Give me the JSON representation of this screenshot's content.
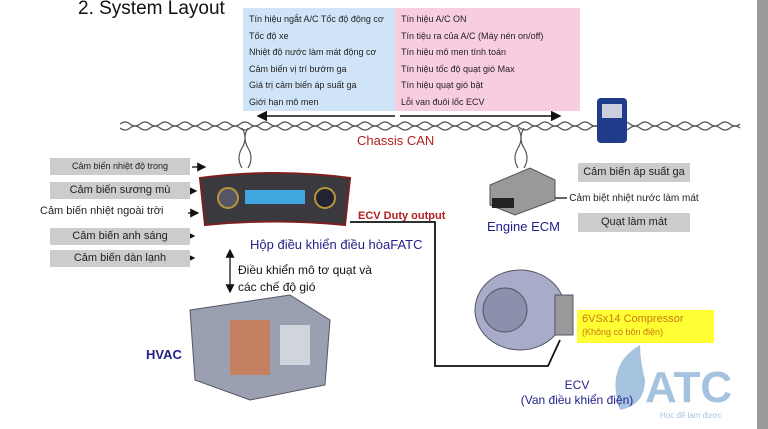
{
  "title": "2. System Layout",
  "fatc_signals": [
    "Tín hiệu ngắt A/C Tốc độ động cơ",
    "Tốc độ xe",
    "Nhiệt độ nước làm mát động cơ",
    "Cảm biến vị trí bướm ga",
    "Giá trị cảm biến áp suất ga",
    "Giới hạn mô men"
  ],
  "ecm_signals": [
    "Tín hiệu A/C ON",
    "Tín tiệu ra của A/C (Máy nén on/off)",
    "Tín hiệu mô men tính toán",
    "Tín hiệu tốc độ quạt gió Max",
    "Tín hiệu quạt gió bật",
    "Lỗi van đuôi lốc ECV"
  ],
  "bus_label": "Chassis CAN",
  "left_sensors": [
    "Cảm biến nhiệt độ trong",
    "Cảm biến sương mù",
    "Cảm biến nhiệt ngoài trời",
    "Cảm biến anh sáng",
    "Cảm biến dàn lạnh"
  ],
  "right_sensors": [
    "Cảm biến áp suất ga",
    "Cảm biệt nhiệt nước làm mát",
    "Quạt làm mát"
  ],
  "ecv_duty": "ECV Duty output",
  "fatc_label": "Hộp điều khiển điều hòaFATC",
  "blower_control": [
    "Điều khiển mô tơ quạt và",
    "các chế độ gió"
  ],
  "hvac_label": "HVAC",
  "ecm_label": "Engine ECM",
  "compressor": [
    "6VSx14 Compressor",
    "(Không có bôn điện)"
  ],
  "ecv_label": [
    "ECV",
    "(Van điều khiển điện)"
  ],
  "logo": {
    "text": "ATC",
    "tagline": "Học để làm được"
  }
}
